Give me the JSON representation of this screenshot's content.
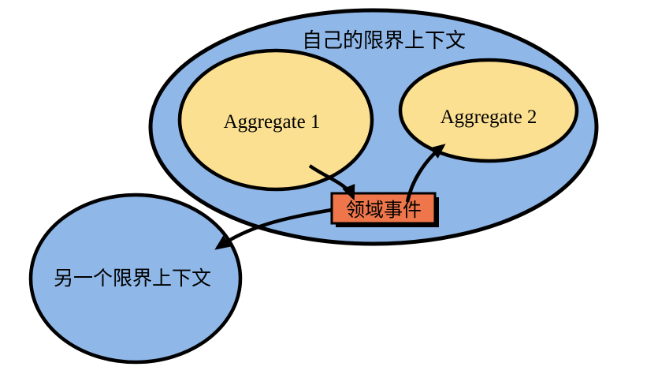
{
  "diagram": {
    "type": "ddd-bounded-context-diagram",
    "own_context_label": "自己的限界上下文",
    "aggregate1_label": "Aggregate 1",
    "aggregate2_label": "Aggregate 2",
    "domain_event_label": "领域事件",
    "other_context_label": "另一个限界上下文",
    "arrows": [
      {
        "from": "Aggregate 1",
        "to": "领域事件"
      },
      {
        "from": "领域事件",
        "to": "Aggregate 2"
      },
      {
        "from": "领域事件",
        "to": "另一个限界上下文"
      }
    ],
    "colors": {
      "context_fill": "#8FB7E8",
      "aggregate_fill": "#FBE091",
      "event_fill": "#EE764A",
      "stroke": "#000000",
      "background": "#FFFFFF"
    }
  }
}
